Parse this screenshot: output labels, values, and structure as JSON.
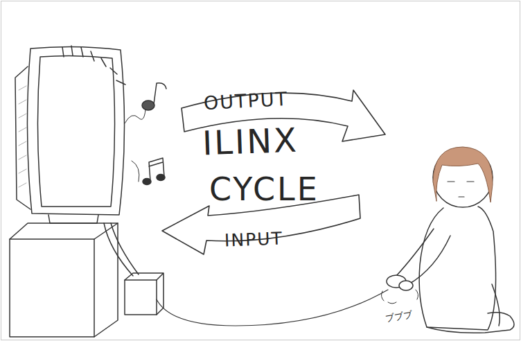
{
  "diagram": {
    "nodes": [
      {
        "text": [
          "OUTPUT"
        ]
      },
      {
        "text": [
          "INPUT"
        ]
      }
    ],
    "labels": [
      "ILINX",
      "CYCLE",
      "ブブブ"
    ]
  }
}
